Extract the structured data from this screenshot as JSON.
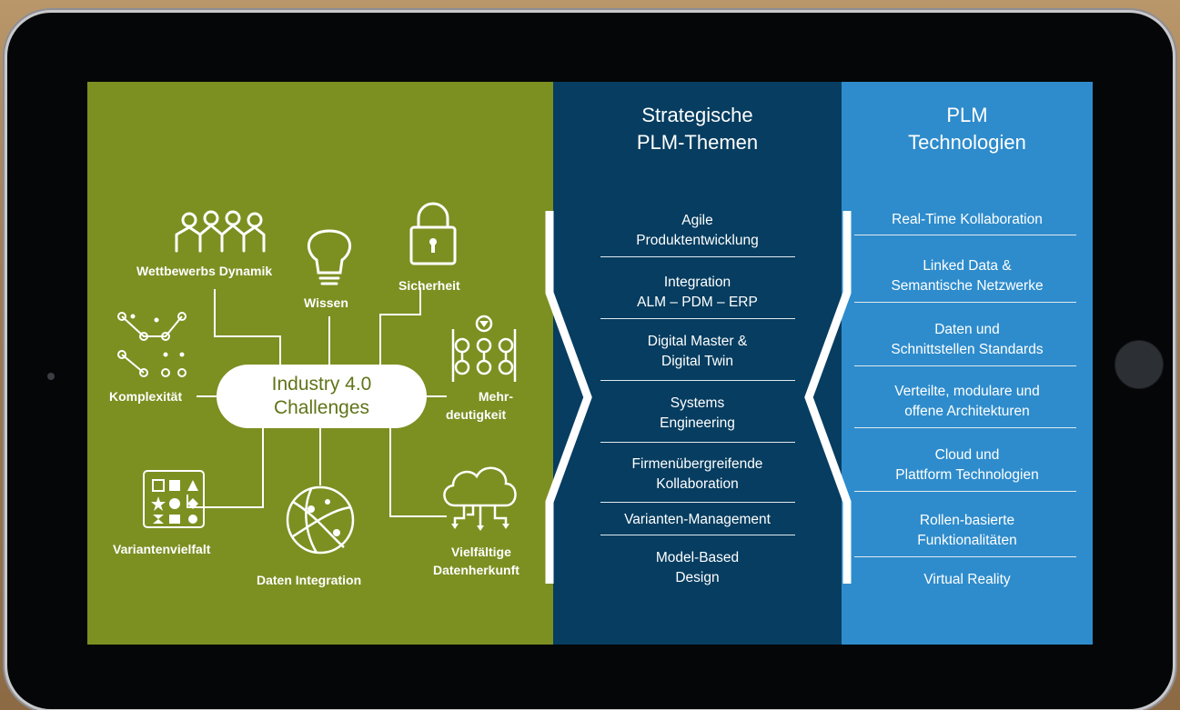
{
  "challenges": {
    "center": {
      "line1": "Industry 4.0",
      "line2": "Challenges"
    },
    "labels": {
      "wettbewerb": "Wettbewerbs Dynamik",
      "wissen": "Wissen",
      "sicherheit": "Sicherheit",
      "komplexitaet": "Komplexität",
      "mehrdeutigkeit_1": "Mehr-",
      "mehrdeutigkeit_2": "deutigkeit",
      "variantenvielfalt": "Variantenvielfalt",
      "daten_integration": "Daten Integration",
      "datenherkunft_1": "Vielfältige",
      "datenherkunft_2": "Datenherkunft"
    }
  },
  "strategic": {
    "title_1": "Strategische",
    "title_2": "PLM-Themen",
    "items": [
      {
        "l1": "Agile",
        "l2": "Produktentwicklung"
      },
      {
        "l1": "Integration",
        "l2": "ALM – PDM – ERP"
      },
      {
        "l1": "Digital Master &",
        "l2": "Digital Twin"
      },
      {
        "l1": "Systems",
        "l2": "Engineering"
      },
      {
        "l1": "Firmenübergreifende",
        "l2": "Kollaboration"
      },
      {
        "l1": "Varianten-Management",
        "l2": ""
      },
      {
        "l1": "Model-Based",
        "l2": "Design"
      }
    ]
  },
  "technologies": {
    "title_1": "PLM",
    "title_2": "Technologien",
    "items": [
      {
        "l1": "Real-Time Kollaboration",
        "l2": ""
      },
      {
        "l1": "Linked Data &",
        "l2": "Semantische Netzwerke"
      },
      {
        "l1": "Daten und",
        "l2": "Schnittstellen Standards"
      },
      {
        "l1": "Verteilte, modulare und",
        "l2": "offene Architekturen"
      },
      {
        "l1": "Cloud und",
        "l2": "Plattform Technologien"
      },
      {
        "l1": "Rollen-basierte",
        "l2": "Funktionalitäten"
      },
      {
        "l1": "Virtual Reality",
        "l2": ""
      }
    ]
  },
  "colors": {
    "green": "#7c8f21",
    "navy": "#063d60",
    "blue": "#2e8ccc",
    "pill_text": "#5f7418"
  }
}
